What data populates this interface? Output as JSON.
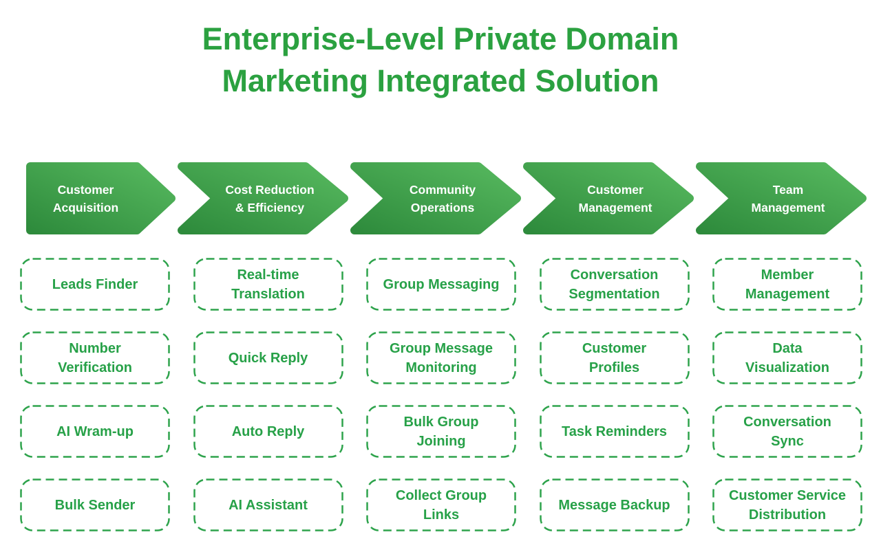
{
  "title": {
    "text": "Enterprise-Level Private Domain\nMarketing Integrated Solution"
  },
  "colors": {
    "title_green": "#2ba140",
    "box_border_green": "#2ea34c",
    "box_text_green": "#27a148",
    "arrow_gradient_dark": "#2e8b3c",
    "arrow_gradient_light": "#57b95f",
    "arrow_text": "#ffffff",
    "background": "#ffffff"
  },
  "stages": [
    {
      "label": "Customer\nAcquisition",
      "items": [
        "Leads Finder",
        "Number\nVerification",
        "AI Wram-up",
        "Bulk Sender"
      ]
    },
    {
      "label": "Cost Reduction\n& Efficiency",
      "items": [
        "Real-time\nTranslation",
        "Quick Reply",
        "Auto Reply",
        "AI Assistant"
      ]
    },
    {
      "label": "Community\nOperations",
      "items": [
        "Group Messaging",
        "Group Message\nMonitoring",
        "Bulk Group\nJoining",
        "Collect Group\nLinks"
      ]
    },
    {
      "label": "Customer\nManagement",
      "items": [
        "Conversation\nSegmentation",
        "Customer\nProfiles",
        "Task Reminders",
        "Message Backup"
      ]
    },
    {
      "label": "Team\nManagement",
      "items": [
        "Member\nManagement",
        "Data\nVisualization",
        "Conversation\nSync",
        "Customer Service\nDistribution"
      ]
    }
  ]
}
